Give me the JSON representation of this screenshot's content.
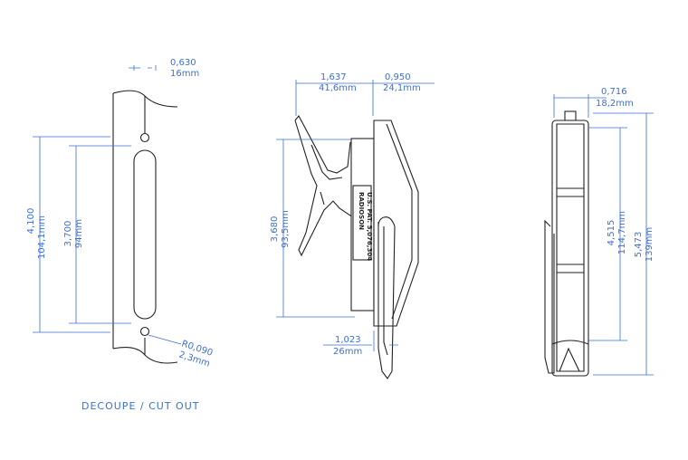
{
  "caption": "DECOUPE  /  CUT OUT",
  "product_label": {
    "line1": "RADIOSON",
    "line2": "U.S. PAT. 5,076,304"
  },
  "dimensions": {
    "cutout_width_in": "0,630",
    "cutout_width_mm": "16mm",
    "cutout_height_in": "4,100",
    "cutout_height_mm": "104,1mm",
    "hole_spacing_in": "3,700",
    "hole_spacing_mm": "94mm",
    "hole_radius_in": "R0,090",
    "hole_radius_mm": "2,3mm",
    "side_left_in": "1,637",
    "side_left_mm": "41,6mm",
    "side_right_in": "0,950",
    "side_right_mm": "24,1mm",
    "side_height_in": "3,680",
    "side_height_mm": "93,5mm",
    "side_bottom_in": "1,023",
    "side_bottom_mm": "26mm",
    "front_width_in": "0,716",
    "front_width_mm": "18,2mm",
    "front_inner_in": "4,515",
    "front_inner_mm": "114,7mm",
    "front_height_in": "5,473",
    "front_height_mm": "139mm"
  }
}
